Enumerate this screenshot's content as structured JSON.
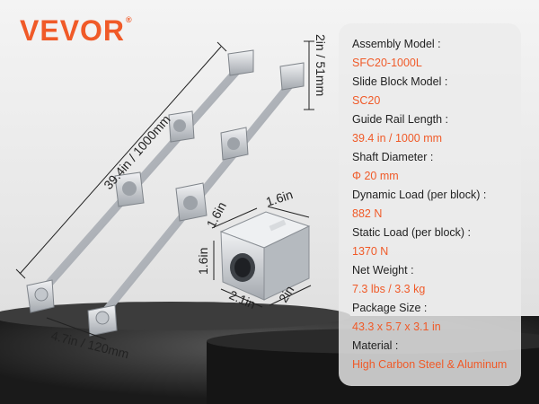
{
  "brand": {
    "logo_text": "VEVOR",
    "logo_mark": "®"
  },
  "dimensions": {
    "rail_length": "39.4in / 1000mm",
    "support_height": "2in / 51mm",
    "base_width": "4.7in / 120mm",
    "block_height_side": "1.6in",
    "block_top_width": "1.6in",
    "block_top_depth": "1.6in",
    "block_length": "2.1in",
    "block_depth": "2in"
  },
  "specs": [
    {
      "label": "Assembly Model :",
      "value": "SFC20-1000L"
    },
    {
      "label": "Slide Block Model :",
      "value": "SC20"
    },
    {
      "label": "Guide Rail Length :",
      "value": "39.4 in / 1000 mm"
    },
    {
      "label": "Shaft Diameter :",
      "value": "Φ 20 mm"
    },
    {
      "label": "Dynamic Load (per block) :",
      "value": "882 N"
    },
    {
      "label": "Static Load (per block) :",
      "value": "1370 N"
    },
    {
      "label": "Net Weight :",
      "value": "7.3 lbs / 3.3 kg"
    },
    {
      "label": "Package Size :",
      "value": "43.3 x 5.7 x 3.1 in"
    },
    {
      "label": "Material :",
      "value": "High Carbon Steel & Aluminum"
    }
  ],
  "colors": {
    "accent": "#f05a28",
    "pedestal": "#1d1d1d",
    "metal": "#c9ccd0"
  }
}
